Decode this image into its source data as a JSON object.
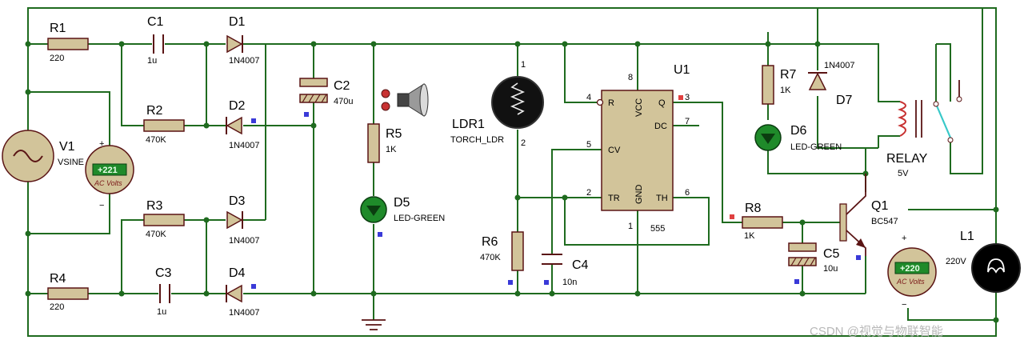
{
  "components": {
    "R1": {
      "ref": "R1",
      "value": "220"
    },
    "R2": {
      "ref": "R2",
      "value": "470K"
    },
    "R3": {
      "ref": "R3",
      "value": "470K"
    },
    "R4": {
      "ref": "R4",
      "value": "220"
    },
    "R5": {
      "ref": "R5",
      "value": "1K"
    },
    "R6": {
      "ref": "R6",
      "value": "470K"
    },
    "R7": {
      "ref": "R7",
      "value": "1K"
    },
    "R8": {
      "ref": "R8",
      "value": "1K"
    },
    "C1": {
      "ref": "C1",
      "value": "1u"
    },
    "C2": {
      "ref": "C2",
      "value": "470u"
    },
    "C3": {
      "ref": "C3",
      "value": "1u"
    },
    "C4": {
      "ref": "C4",
      "value": "10n"
    },
    "C5": {
      "ref": "C5",
      "value": "10u"
    },
    "D1": {
      "ref": "D1",
      "value": "1N4007"
    },
    "D2": {
      "ref": "D2",
      "value": "1N4007"
    },
    "D3": {
      "ref": "D3",
      "value": "1N4007"
    },
    "D4": {
      "ref": "D4",
      "value": "1N4007"
    },
    "D5": {
      "ref": "D5",
      "value": "LED-GREEN"
    },
    "D6": {
      "ref": "D6",
      "value": "LED-GREEN"
    },
    "D7": {
      "ref": "D7",
      "value": "1N4007"
    },
    "V1": {
      "ref": "V1",
      "value": "VSINE"
    },
    "LDR1": {
      "ref": "LDR1",
      "value": "TORCH_LDR"
    },
    "U1": {
      "ref": "U1",
      "value": "555"
    },
    "Q1": {
      "ref": "Q1",
      "value": "BC547"
    },
    "RELAY": {
      "ref": "RELAY",
      "value": "5V"
    },
    "L1": {
      "ref": "L1",
      "value": "220V"
    }
  },
  "u1_pins": {
    "p1": "1",
    "p2": "2",
    "p3": "3",
    "p4": "4",
    "p5": "5",
    "p6": "6",
    "p7": "7",
    "p8": "8",
    "r": "R",
    "q": "Q",
    "vcc": "VCC",
    "dc": "DC",
    "cv": "CV",
    "tr": "TR",
    "gnd": "GND",
    "th": "TH"
  },
  "ldr_pins": {
    "p1": "1",
    "p2": "2"
  },
  "meters": {
    "m1": {
      "reading": "+221",
      "unit": "AC Volts",
      "plus": "+",
      "minus": "−"
    },
    "m2": {
      "reading": "+220",
      "unit": "AC Volts",
      "plus": "+",
      "minus": "−"
    }
  },
  "watermark": "CSDN @视觉与物联智能",
  "colors": {
    "wire": "#1f6b1f",
    "body": "#d2c49a",
    "outline": "#5a1414",
    "led": "#1f8a2a"
  }
}
